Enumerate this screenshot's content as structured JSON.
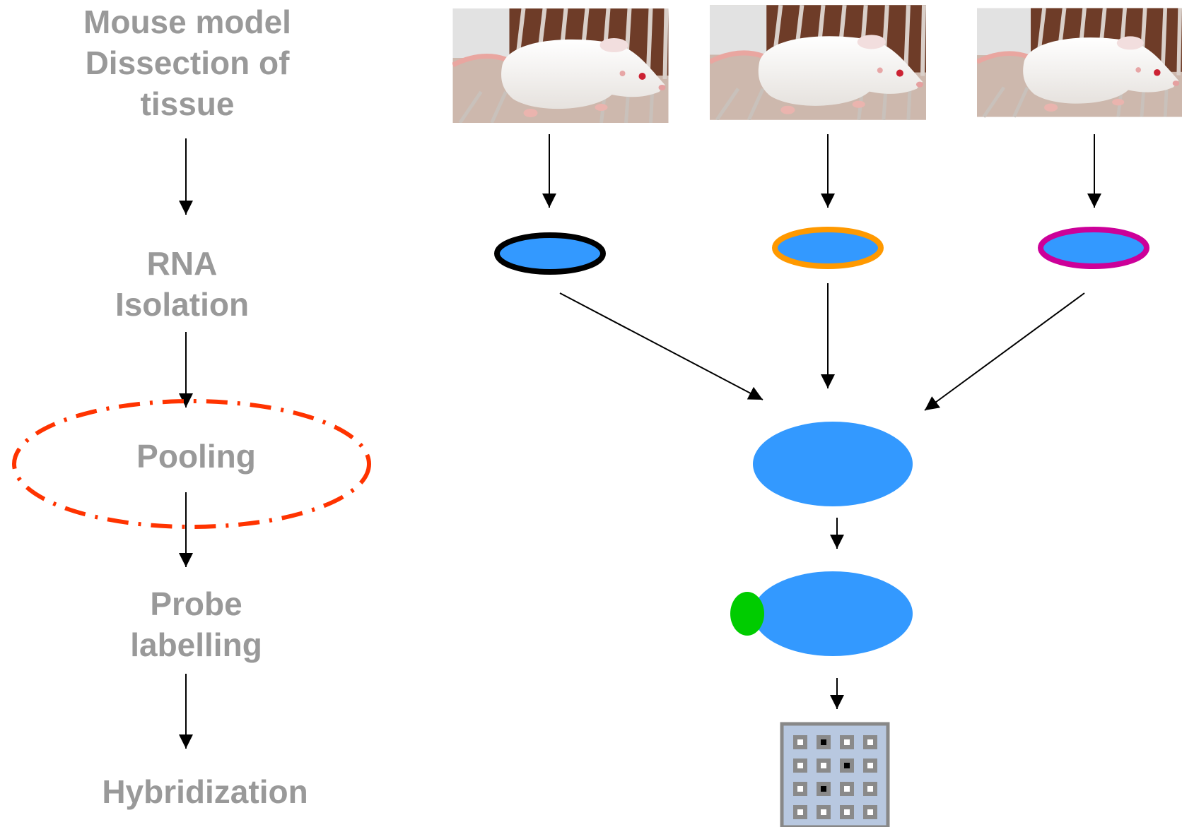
{
  "steps": [
    {
      "lines": [
        "Mouse model",
        "Dissection of",
        "tissue"
      ]
    },
    {
      "lines": [
        "RNA",
        "Isolation"
      ]
    },
    {
      "lines": [
        "Pooling"
      ]
    },
    {
      "lines": [
        "Probe",
        "labelling"
      ]
    },
    {
      "lines": [
        "Hybridization"
      ]
    }
  ],
  "highlight": {
    "step": "Pooling",
    "color": "#ff3300",
    "style": "dash-dot ellipse"
  },
  "samples": [
    {
      "ring_color": "#000000",
      "fill": "#3399ff"
    },
    {
      "ring_color": "#ff9900",
      "fill": "#3399ff"
    },
    {
      "ring_color": "#cc0099",
      "fill": "#3399ff"
    }
  ],
  "colors": {
    "rna": "#3399ff",
    "label": "#00cc00",
    "arrow": "#000000",
    "text": "#999999"
  },
  "microarray": {
    "rows": [
      [
        "white",
        "black",
        "white",
        "white"
      ],
      [
        "white",
        "white",
        "black",
        "white"
      ],
      [
        "white",
        "black",
        "white",
        "white"
      ],
      [
        "white",
        "white",
        "white",
        "white"
      ]
    ]
  },
  "icons": [
    "mouse-photo",
    "microarray-chip-icon"
  ]
}
